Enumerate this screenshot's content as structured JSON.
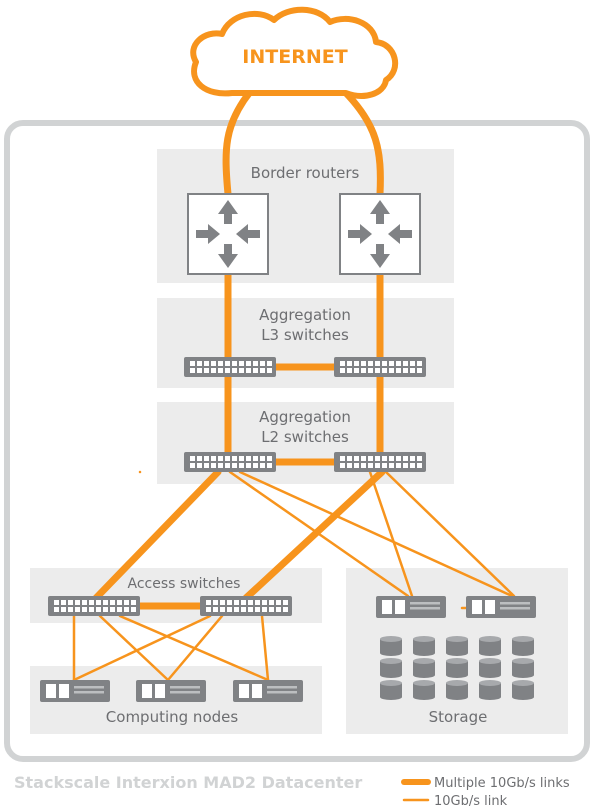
{
  "internet_label": "INTERNET",
  "sections": {
    "border_routers": "Border routers",
    "aggregation_l3_line1": "Aggregation",
    "aggregation_l3_line2": "L3 switches",
    "aggregation_l2_line1": "Aggregation",
    "aggregation_l2_line2": "L2 switches",
    "access_switches": "Access switches",
    "computing_nodes": "Computing nodes",
    "storage": "Storage"
  },
  "footer": {
    "title": "Stackscale Interxion MAD2 Datacenter"
  },
  "legend": [
    {
      "label": "Multiple 10Gb/s links",
      "kind": "thick"
    },
    {
      "label": "10Gb/s link",
      "kind": "thin"
    }
  ],
  "colors": {
    "link": "#f7941d",
    "device": "#808285",
    "panel": "#ececec",
    "frame": "#d1d3d4",
    "text": "#6d6e71"
  },
  "icons": {
    "router": "router-arrows-icon",
    "switch": "rack-switch-icon",
    "server": "server-unit-icon",
    "disk": "storage-disk-icon",
    "cloud": "cloud-icon"
  }
}
